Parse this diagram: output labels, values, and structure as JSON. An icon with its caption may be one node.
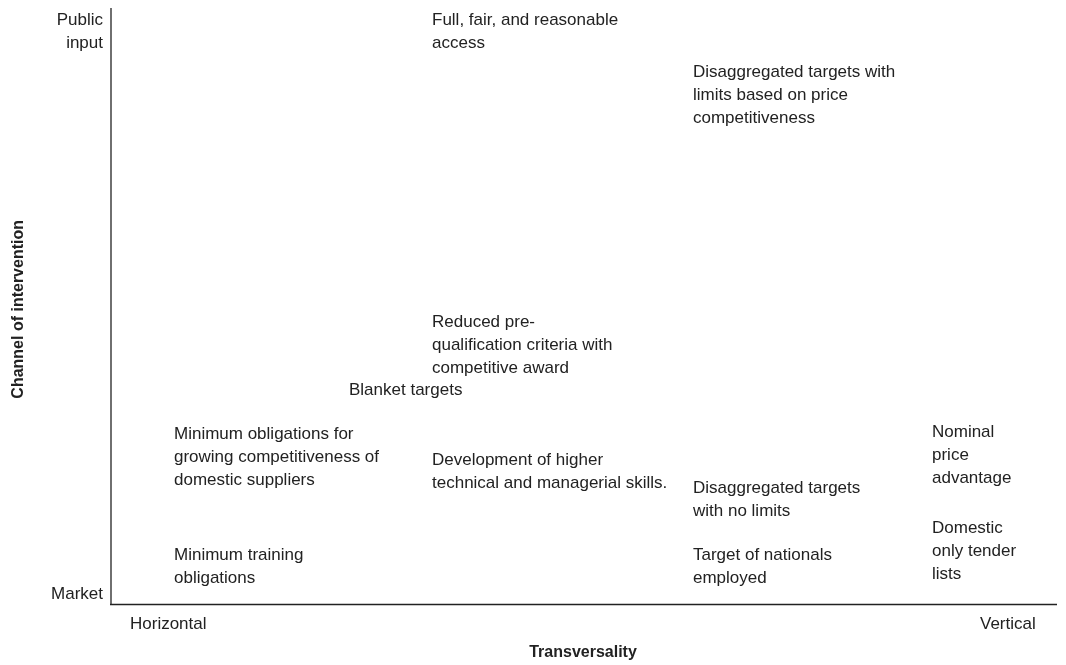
{
  "diagram": {
    "labels": [
      "Public input",
      "Full, fair, and reasonable access",
      "Disaggregated targets with limits based on price competitiveness",
      "Channel of intervention",
      "Reduced pre-qualification criteria with competitive award",
      "Blanket targets",
      "Minimum obligations for growing competitiveness of domestic suppliers",
      "Nominal price advantage",
      "Development of higher technical and managerial skills.",
      "Disaggregated targets with no limits",
      "Domestic only tender lists",
      "Minimum training obligations",
      "Target of nationals employed",
      "Market",
      "Horizontal",
      "Vertical",
      "Transversality"
    ]
  }
}
